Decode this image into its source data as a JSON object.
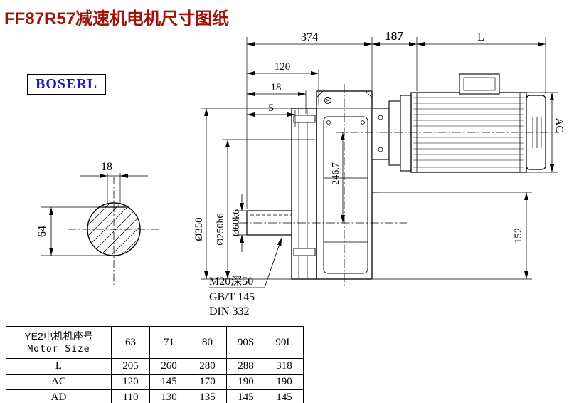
{
  "title": "FF87R57减速机电机尺寸图纸",
  "logo": "BOSERL",
  "drawing": {
    "d374": "374",
    "d187": "187",
    "dL": "L",
    "d120": "120",
    "d18f": "18",
    "d5": "5",
    "key18": "18",
    "h64": "64",
    "dia350": "Ø350",
    "dia250": "Ø250h6",
    "dia60": "Ø60k6",
    "d2467": "246.7",
    "d152": "152",
    "dAC": "AC",
    "note_m20": "M20深50",
    "note_gbt": "GB/T 145",
    "note_din": "DIN 332"
  },
  "table": {
    "header_cn": "YE2电机机座号",
    "header_en": "Motor Size",
    "sizes": [
      "63",
      "71",
      "80",
      "90S",
      "90L"
    ],
    "rows": [
      {
        "label": "L",
        "values": [
          "205",
          "260",
          "280",
          "288",
          "318"
        ]
      },
      {
        "label": "AC",
        "values": [
          "120",
          "145",
          "170",
          "190",
          "190"
        ]
      },
      {
        "label": "AD",
        "values": [
          "110",
          "130",
          "135",
          "145",
          "145"
        ]
      }
    ]
  }
}
